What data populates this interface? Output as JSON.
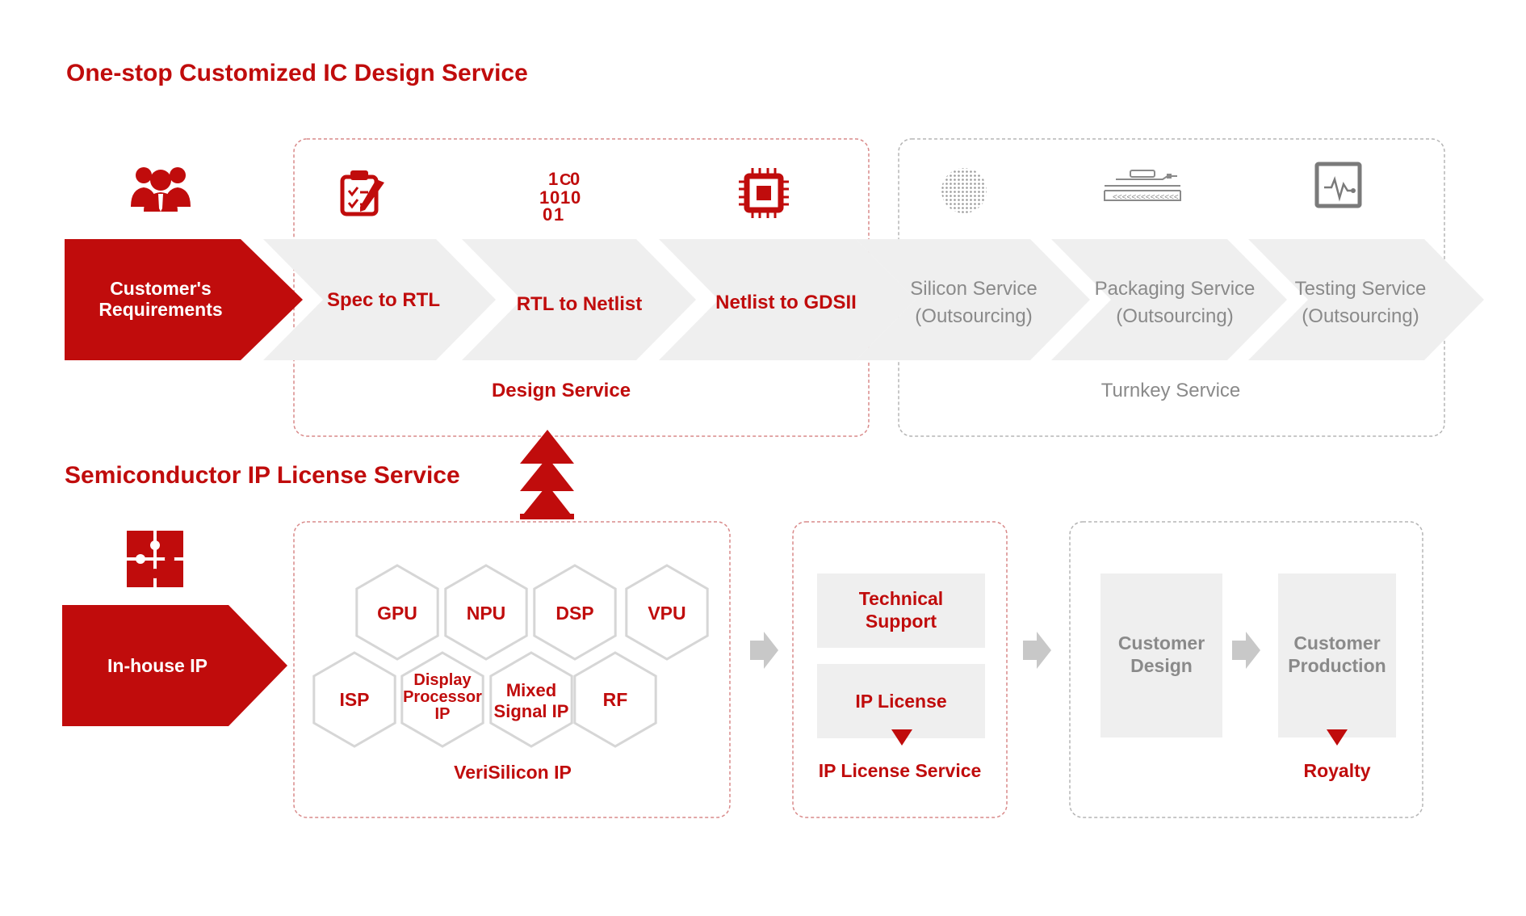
{
  "colors": {
    "accent": "#c00c0c",
    "muted_text": "#8a8a8a",
    "chevron_fill": "#efefef",
    "box_fill": "#efefef",
    "dashed_border": "#b5b5b5"
  },
  "design_flow": {
    "heading": "One-stop Customized IC Design Service",
    "start": {
      "label_line1": "Customer's",
      "label_line2": "Requirements",
      "icon": "people-group-icon"
    },
    "design_steps": [
      {
        "label": "Spec to RTL",
        "icon": "clipboard-checklist-icon"
      },
      {
        "label": "RTL to Netlist",
        "icon": "binary-digits-icon"
      },
      {
        "label": "Netlist to GDSII",
        "icon": "chip-icon"
      }
    ],
    "design_group_label": "Design Service",
    "turnkey_steps": [
      {
        "label_line1": "Silicon Service",
        "label_line2": "(Outsourcing)",
        "icon": "silicon-wafer-icon"
      },
      {
        "label_line1": "Packaging Service",
        "label_line2": "(Outsourcing)",
        "icon": "package-substrate-icon"
      },
      {
        "label_line1": "Testing Service",
        "label_line2": "(Outsourcing)",
        "icon": "waveform-monitor-icon"
      }
    ],
    "turnkey_group_label": "Turnkey Service"
  },
  "ip_flow": {
    "heading": "Semiconductor IP License Service",
    "start": {
      "label": "In-house IP",
      "icon": "puzzle-pieces-icon"
    },
    "ip_cells_top": [
      "GPU",
      "NPU",
      "DSP",
      "VPU"
    ],
    "ip_cells_bottom": [
      {
        "lines": [
          "ISP"
        ]
      },
      {
        "lines": [
          "Display",
          "Processor",
          "IP"
        ]
      },
      {
        "lines": [
          "Mixed",
          "Signal IP"
        ]
      },
      {
        "lines": [
          "RF"
        ]
      }
    ],
    "ip_group_label": "VeriSilicon IP",
    "license_boxes": [
      {
        "line1": "Technical",
        "line2": "Support"
      },
      {
        "line1": "IP License"
      }
    ],
    "license_group_label": "IP License Service",
    "customer_boxes": [
      {
        "line1": "Customer",
        "line2": "Design"
      },
      {
        "line1": "Customer",
        "line2": "Production"
      }
    ],
    "royalty_label": "Royalty"
  }
}
